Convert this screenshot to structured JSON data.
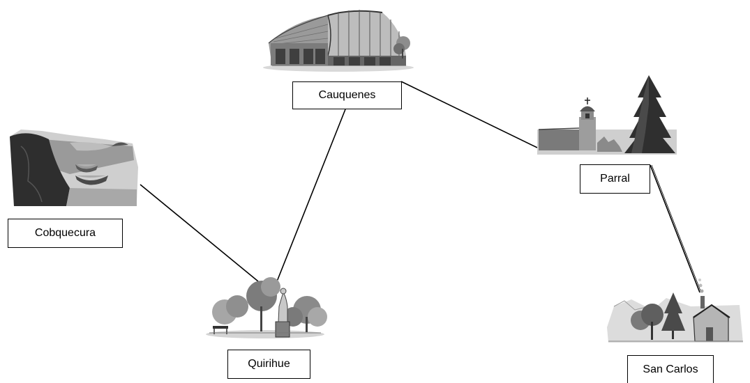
{
  "colors": {
    "line": "#000000",
    "box_border": "#000000",
    "sketch_dark": "#3a3a3a",
    "sketch_mid": "#8a8a8a",
    "sketch_light": "#c8c8c8"
  },
  "nodes": [
    {
      "id": "cauquenes",
      "label": "Cauquenes",
      "icon": "covered-market-building-icon"
    },
    {
      "id": "parral",
      "label": "Parral",
      "icon": "church-and-pine-tree-icon"
    },
    {
      "id": "cobquecura",
      "label": "Cobquecura",
      "icon": "coast-with-boats-icon"
    },
    {
      "id": "quirihue",
      "label": "Quirihue",
      "icon": "plaza-with-statue-icon"
    },
    {
      "id": "san_carlos",
      "label": "San Carlos",
      "icon": "house-with-chimney-icon"
    }
  ],
  "edges": [
    {
      "from": "cauquenes",
      "to": "parral"
    },
    {
      "from": "cauquenes",
      "to": "quirihue"
    },
    {
      "from": "cobquecura",
      "to": "quirihue"
    },
    {
      "from": "parral",
      "to": "san_carlos"
    }
  ]
}
